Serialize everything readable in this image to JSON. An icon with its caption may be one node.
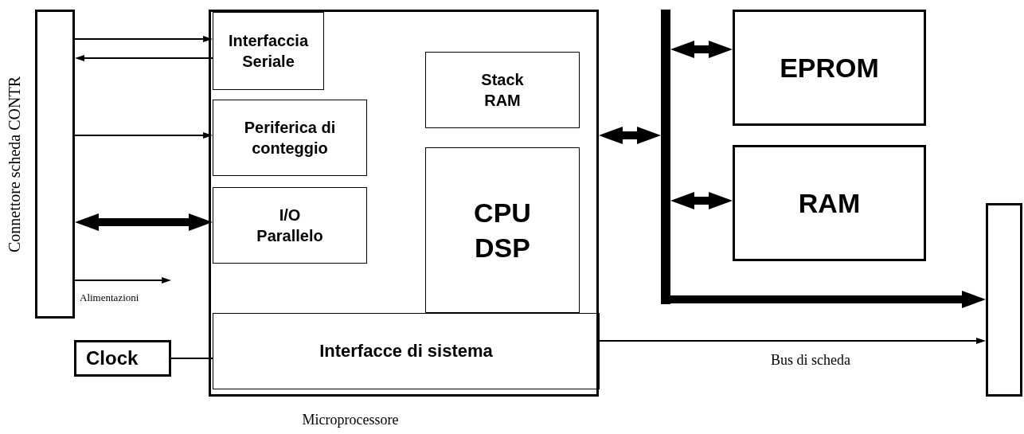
{
  "diagram": {
    "nodes": [
      {
        "text": [],
        "shape": "box",
        "beside": [
          "Connettore scheda CONTR"
        ]
      },
      {
        "text": [],
        "shape": "box",
        "beside": [
          "Microprocessore"
        ]
      },
      {
        "text": [
          "Interfaccia Seriale"
        ],
        "in": 1
      },
      {
        "text": [
          "Periferica di conteggio"
        ],
        "in": 1
      },
      {
        "text": [
          "I/O Parallelo"
        ],
        "in": 1
      },
      {
        "text": [
          "Stack RAM"
        ],
        "in": 1
      },
      {
        "text": [
          "CPU DSP"
        ],
        "in": 1
      },
      {
        "text": [
          "Interfacce di sistema"
        ],
        "in": 1
      },
      {
        "text": [
          "Clock"
        ]
      },
      {
        "text": [],
        "shape": "bar"
      },
      {
        "text": [
          "EPROM"
        ]
      },
      {
        "text": [
          "RAM"
        ]
      },
      {
        "text": [],
        "shape": "box"
      }
    ],
    "edges": [
      {
        "from": 0,
        "to": 2,
        "arrow": "to"
      },
      {
        "from": 2,
        "to": 0,
        "arrow": "to"
      },
      {
        "from": 0,
        "to": 3,
        "arrow": "to"
      },
      {
        "from": 0,
        "to": 4,
        "arrow": "both",
        "style": "thick"
      },
      {
        "from": 0,
        "to": null,
        "arrow": "to",
        "label": "Alimentazioni"
      },
      {
        "from": 8,
        "to": 7,
        "arrow": "none"
      },
      {
        "from": 1,
        "to": 9,
        "arrow": "both",
        "style": "thick"
      },
      {
        "from": 9,
        "to": 10,
        "arrow": "both",
        "style": "thick"
      },
      {
        "from": 9,
        "to": 11,
        "arrow": "both",
        "style": "thick"
      },
      {
        "from": 9,
        "to": 12,
        "arrow": "to",
        "style": "thick"
      },
      {
        "from": 7,
        "to": 12,
        "arrow": "to",
        "label": "Bus di scheda"
      }
    ]
  }
}
